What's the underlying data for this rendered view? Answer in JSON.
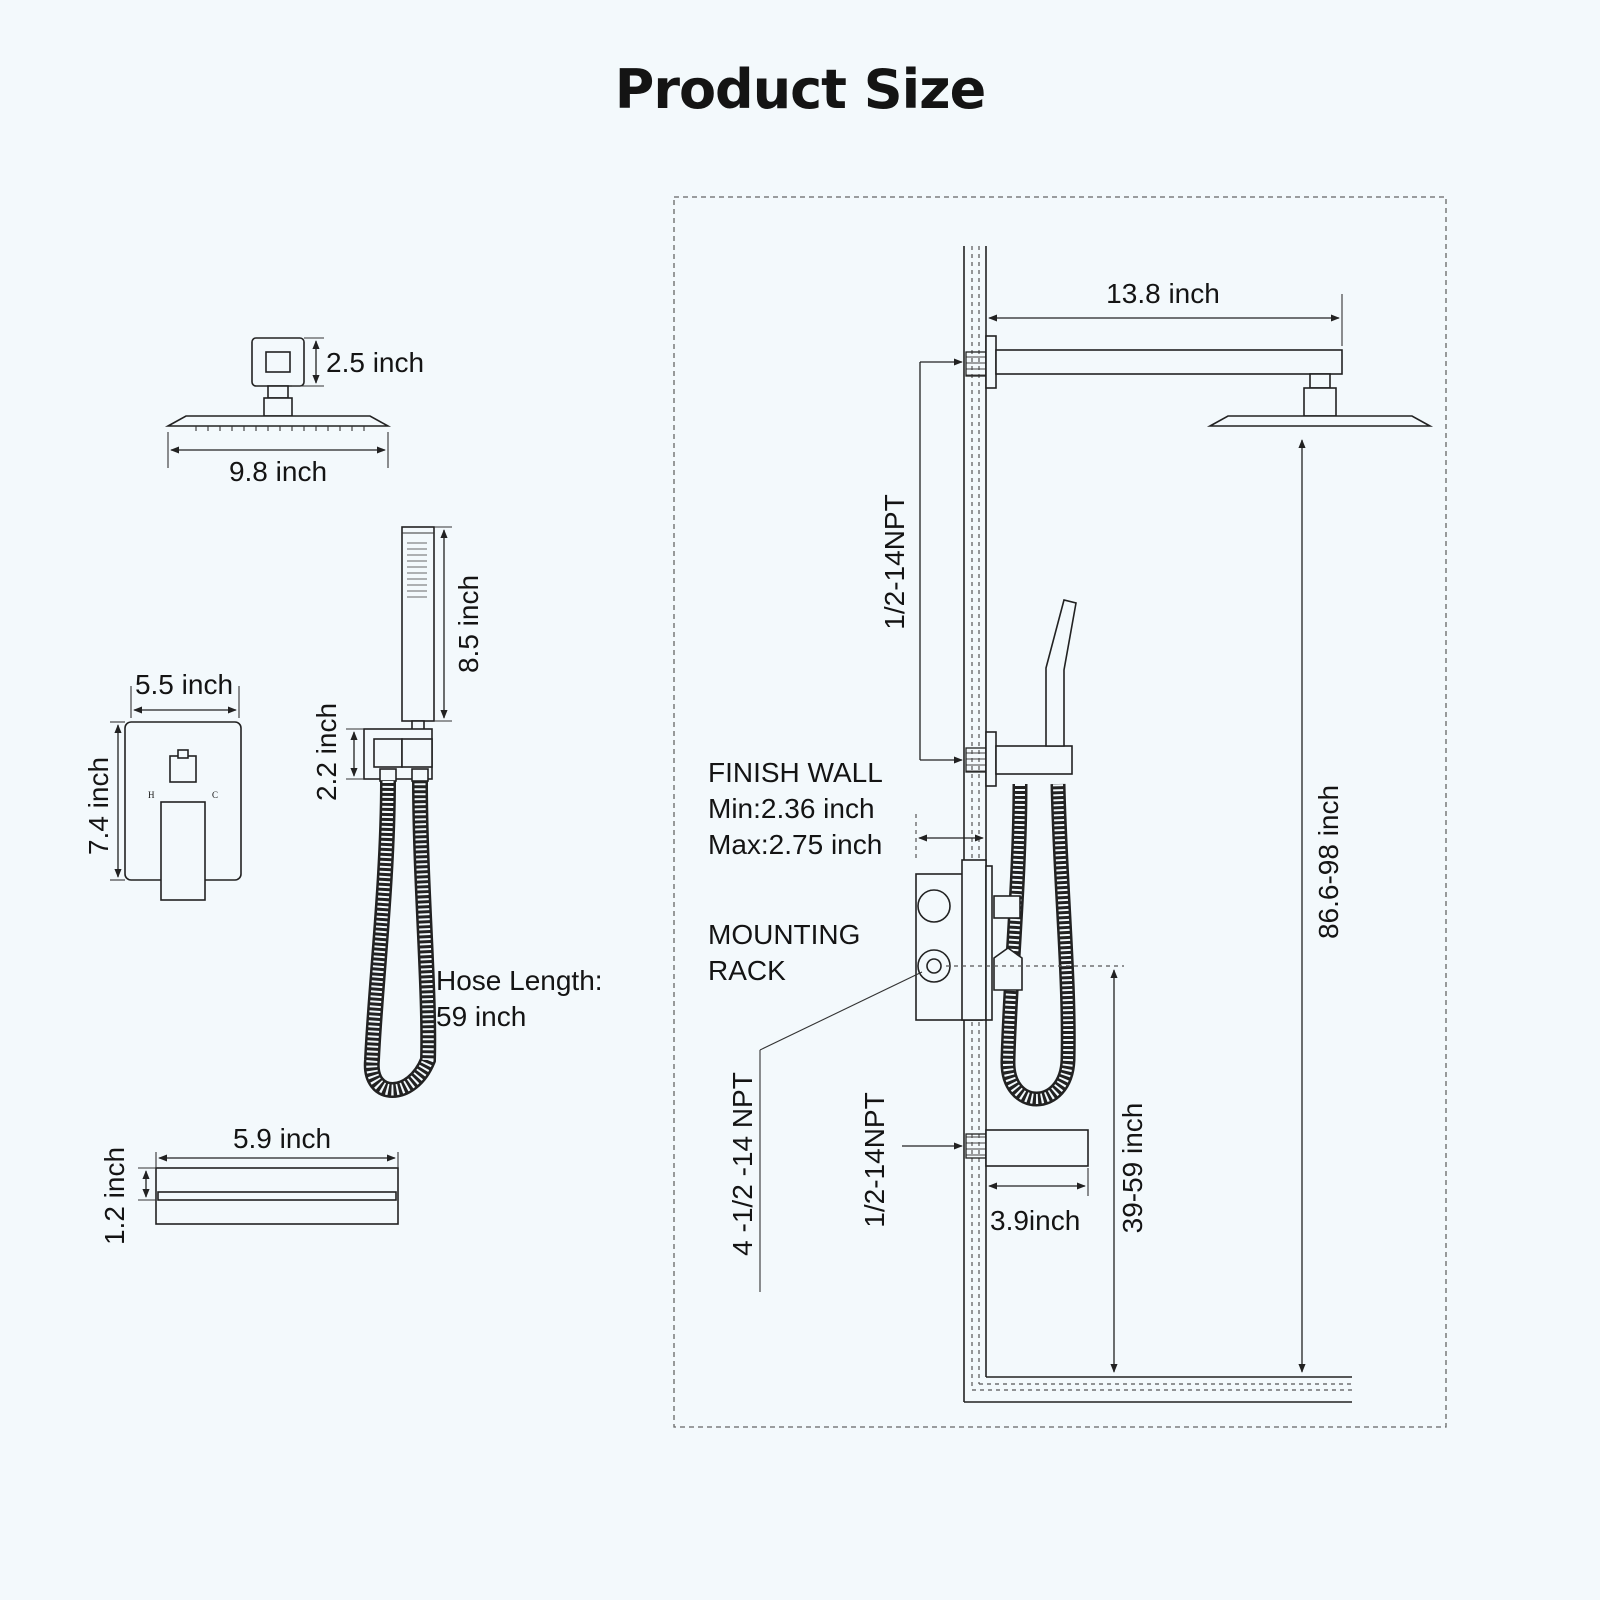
{
  "title": "Product Size",
  "shower_head": {
    "height_label": "2.5 inch",
    "width_label": "9.8 inch"
  },
  "hand_shower": {
    "length_label": "8.5 inch",
    "holder_label": "2.2 inch",
    "hose_label_1": "Hose Length:",
    "hose_label_2": "59 inch"
  },
  "valve_plate": {
    "width_label": "5.5 inch",
    "height_label": "7.4 inch",
    "hot_mark": "H",
    "cold_mark": "C"
  },
  "tub_spout": {
    "width_label": "5.9 inch",
    "height_label": "1.2 inch"
  },
  "installation": {
    "arm_length_label": "13.8 inch",
    "inlet_thread_top": "1/2-14NPT",
    "finish_wall_title": "FINISH WALL",
    "finish_wall_min": "Min:2.36 inch",
    "finish_wall_max": "Max:2.75 inch",
    "mounting_rack_1": "MOUNTING",
    "mounting_rack_2": "RACK",
    "valve_thread": "4 -1/2 -14 NPT",
    "spout_thread": "1/2-14NPT",
    "spout_length_label": "3.9inch",
    "valve_height_label": "39-59 inch",
    "head_height_label": "86.6-98 inch"
  }
}
